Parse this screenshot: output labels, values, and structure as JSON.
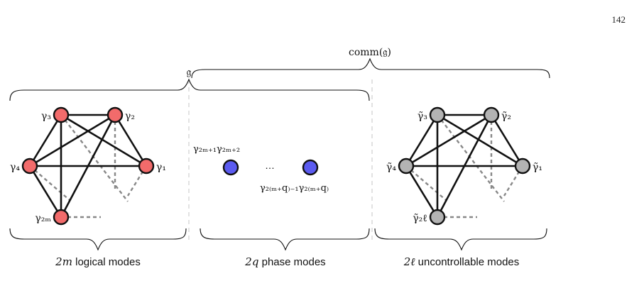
{
  "page_number": "142",
  "figure": {
    "top_labels": {
      "g_algebra": "𝔤",
      "comm_g": "comm(𝔤)"
    },
    "panels": [
      {
        "caption_math": "2m",
        "caption_text": " logical modes",
        "node_color": "#f26b6b",
        "node_labels": [
          "γ₃",
          "γ₂",
          "γ₄",
          "γ₁",
          "γ₂ₘ"
        ]
      },
      {
        "caption_math": "2q",
        "caption_text": " phase modes",
        "node_color": "#5b5bf0",
        "label_top": "γ₂ₘ₊₁γ₂ₘ₊₂",
        "label_bottom": "γ₂₍ₘ₊q₎₋₁γ₂₍ₘ₊q₎",
        "ellipsis": "…"
      },
      {
        "caption_math": "2ℓ",
        "caption_text": " uncontrollable modes",
        "node_color": "#b3b3b3",
        "node_labels": [
          "γ̃₃",
          "γ̃₂",
          "γ̃₄",
          "γ̃₁",
          "γ̃₂ℓ"
        ]
      }
    ]
  }
}
